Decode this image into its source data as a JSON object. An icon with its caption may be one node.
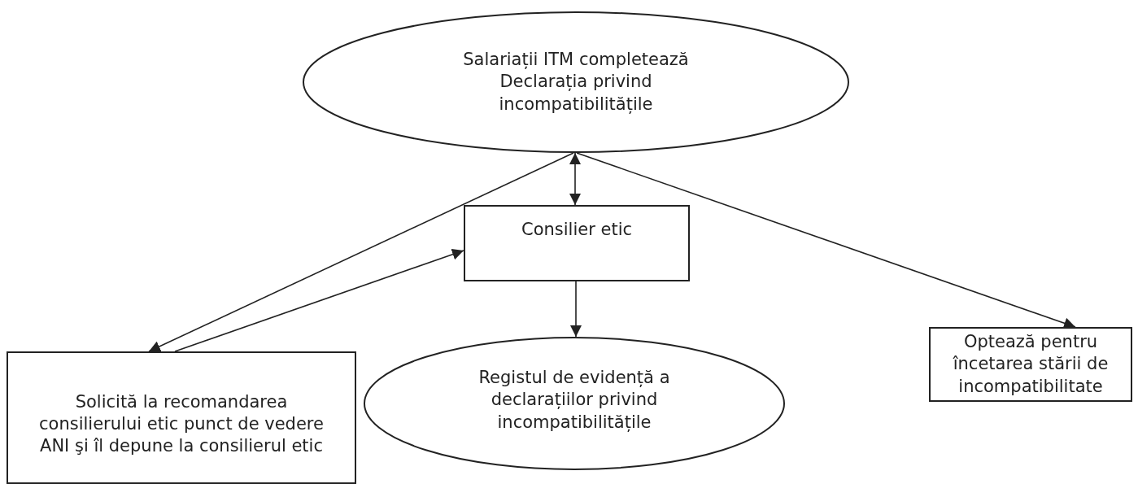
{
  "diagram": {
    "nodes": [
      {
        "text": [
          "Salariații ITM completează Declarația privind incompatibilitățile"
        ]
      },
      {
        "text": [
          "Consilier etic"
        ]
      },
      {
        "text": [
          "Solicită la recomandarea consilierului etic punct de vedere ANI şi îl depune la consilierul etic"
        ]
      },
      {
        "text": [
          "Registul de evidență a declarațiilor privind incompatibilitățile"
        ]
      },
      {
        "text": [
          "Optează pentru încetarea stării de incompatibilitate"
        ]
      }
    ],
    "edges": [
      {
        "from": 0,
        "to": 1,
        "arrow": "both"
      },
      {
        "from": 0,
        "to": 2,
        "arrow": "to"
      },
      {
        "from": 2,
        "to": 1,
        "arrow": "to"
      },
      {
        "from": 0,
        "to": 4,
        "arrow": "to"
      },
      {
        "from": 1,
        "to": 3,
        "arrow": "to"
      }
    ]
  }
}
